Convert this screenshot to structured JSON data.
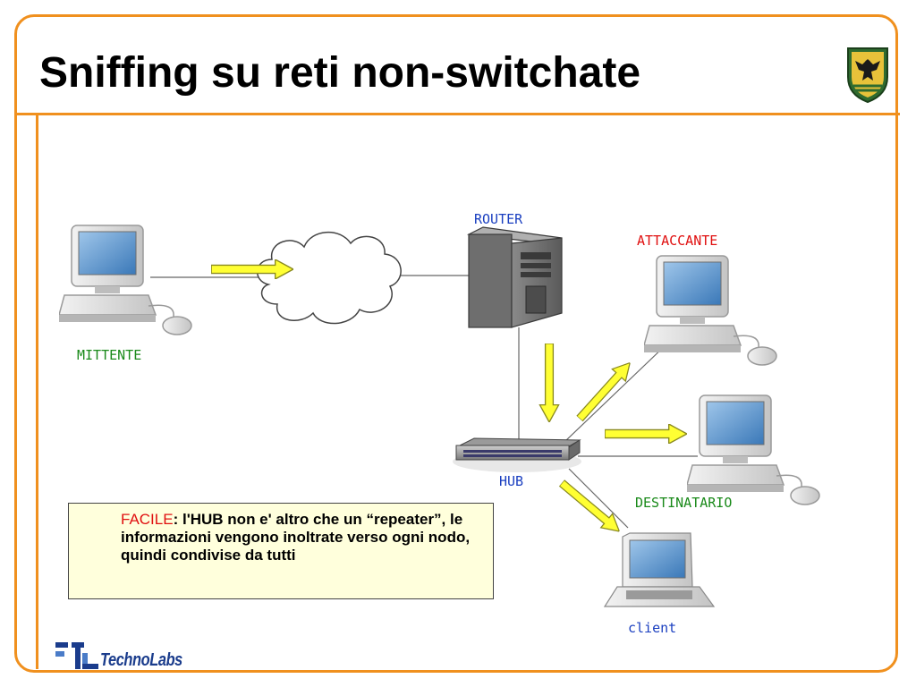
{
  "slide": {
    "title": "Sniffing su reti non-switchate"
  },
  "diagram": {
    "nodes": {
      "router": "ROUTER",
      "attaccante": "ATTACCANTE",
      "mittente": "MITTENTE",
      "hub": "HUB",
      "destinatario": "DESTINATARIO",
      "client": "client"
    },
    "label_colors": {
      "router": "#1a3fc0",
      "hub": "#1a3fc0",
      "client": "#1a3fc0",
      "attaccante": "#e01010",
      "mittente": "#1a8a1a",
      "destinatario": "#1a8a1a"
    },
    "arrow_color": "#ffff33"
  },
  "note": {
    "keyword": "FACILE",
    "text": ": l'HUB non e' altro che un “repeater”, le informazioni vengono inoltrate verso ogni nodo, quindi condivise da tutti"
  },
  "footer": {
    "logo_part1": "Techno",
    "logo_part2": "Labs"
  }
}
